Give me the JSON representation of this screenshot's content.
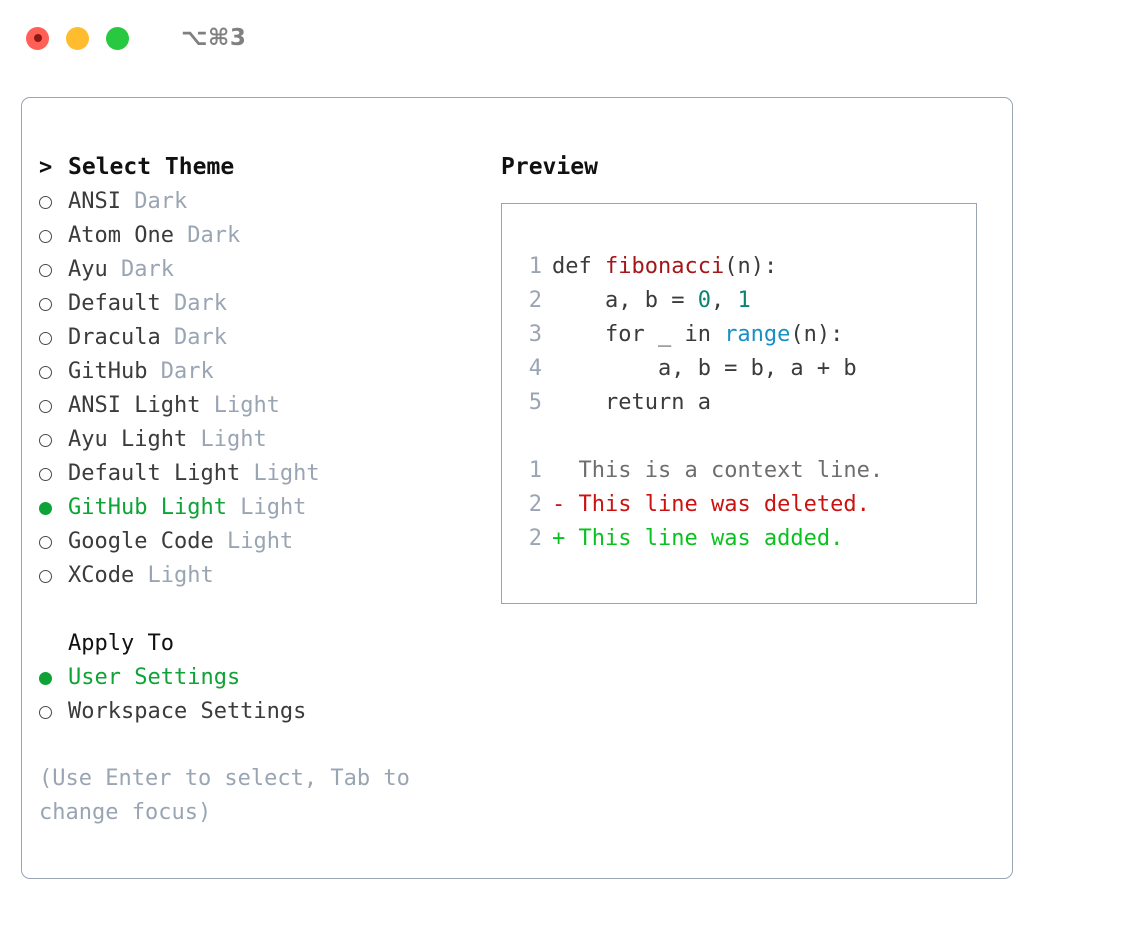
{
  "window": {
    "shortcut": "⌥⌘3",
    "traffic_lights": [
      "close",
      "minimize",
      "zoom"
    ],
    "colors": {
      "close": "#ff5f57",
      "minimize": "#febc2e",
      "zoom": "#28c840",
      "accent_green": "#0ea336",
      "muted": "#9aa5b4",
      "border": "#9aa5b4"
    }
  },
  "theme_list": {
    "header_marker": ">",
    "header": "Select Theme",
    "items": [
      {
        "marker": "hollow",
        "label": "ANSI",
        "variant": "Dark",
        "selected": false
      },
      {
        "marker": "hollow",
        "label": "Atom One",
        "variant": "Dark",
        "selected": false
      },
      {
        "marker": "hollow",
        "label": "Ayu",
        "variant": "Dark",
        "selected": false
      },
      {
        "marker": "hollow",
        "label": "Default",
        "variant": "Dark",
        "selected": false
      },
      {
        "marker": "hollow",
        "label": "Dracula",
        "variant": "Dark",
        "selected": false
      },
      {
        "marker": "hollow",
        "label": "GitHub",
        "variant": "Dark",
        "selected": false
      },
      {
        "marker": "hollow",
        "label": "ANSI Light",
        "variant": "Light",
        "selected": false
      },
      {
        "marker": "hollow",
        "label": "Ayu Light",
        "variant": "Light",
        "selected": false
      },
      {
        "marker": "hollow",
        "label": "Default Light",
        "variant": "Light",
        "selected": false
      },
      {
        "marker": "filled",
        "label": "GitHub Light",
        "variant": "Light",
        "selected": true
      },
      {
        "marker": "hollow",
        "label": "Google Code",
        "variant": "Light",
        "selected": false
      },
      {
        "marker": "hollow",
        "label": "XCode",
        "variant": "Light",
        "selected": false
      }
    ]
  },
  "apply_to": {
    "header": "Apply To",
    "items": [
      {
        "marker": "filled",
        "label": "User Settings",
        "selected": true
      },
      {
        "marker": "hollow",
        "label": "Workspace Settings",
        "selected": false
      }
    ]
  },
  "hint": "(Use Enter to select, Tab to change focus)",
  "preview": {
    "title": "Preview",
    "code_lines": [
      {
        "num": "1",
        "tokens": [
          {
            "t": "def ",
            "c": "plain"
          },
          {
            "t": "fibonacci",
            "c": "fn"
          },
          {
            "t": "(n):",
            "c": "plain"
          }
        ]
      },
      {
        "num": "2",
        "tokens": [
          {
            "t": "    a, b = ",
            "c": "plain"
          },
          {
            "t": "0",
            "c": "num"
          },
          {
            "t": ", ",
            "c": "plain"
          },
          {
            "t": "1",
            "c": "num"
          }
        ]
      },
      {
        "num": "3",
        "tokens": [
          {
            "t": "    for _ in ",
            "c": "plain"
          },
          {
            "t": "range",
            "c": "call"
          },
          {
            "t": "(n):",
            "c": "plain"
          }
        ]
      },
      {
        "num": "4",
        "tokens": [
          {
            "t": "        a, b = b, a + b",
            "c": "plain"
          }
        ]
      },
      {
        "num": "5",
        "tokens": [
          {
            "t": "    return a",
            "c": "plain"
          }
        ]
      }
    ],
    "diff_lines": [
      {
        "num": "1",
        "sign": "  ",
        "text": "This is a context line.",
        "kind": "ctx"
      },
      {
        "num": "2",
        "sign": "- ",
        "text": "This line was deleted.",
        "kind": "del"
      },
      {
        "num": "2",
        "sign": "+ ",
        "text": "This line was added.",
        "kind": "add"
      }
    ]
  }
}
